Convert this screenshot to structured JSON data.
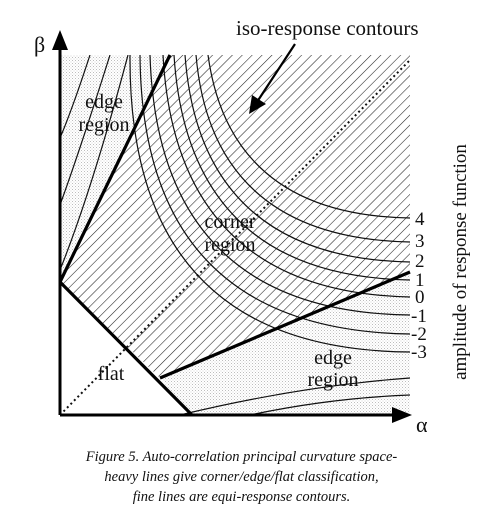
{
  "diagram": {
    "title": "iso-response contours",
    "axis_x": "α",
    "axis_y": "β",
    "side_label": "amplitude of response function",
    "region_labels": {
      "edge_top": [
        "edge",
        "region"
      ],
      "corner": [
        "corner",
        "region"
      ],
      "edge_bottom": [
        "edge",
        "region"
      ],
      "flat": "flat"
    },
    "contour_levels": [
      "4",
      "3",
      "2",
      "1",
      "0",
      "-1",
      "-2",
      "-3"
    ]
  },
  "caption": {
    "line1": "Figure 5.  Auto-correlation principal curvature space-",
    "line2": "heavy lines give corner/edge/flat classification,",
    "line3": "fine lines are equi-response contours."
  }
}
